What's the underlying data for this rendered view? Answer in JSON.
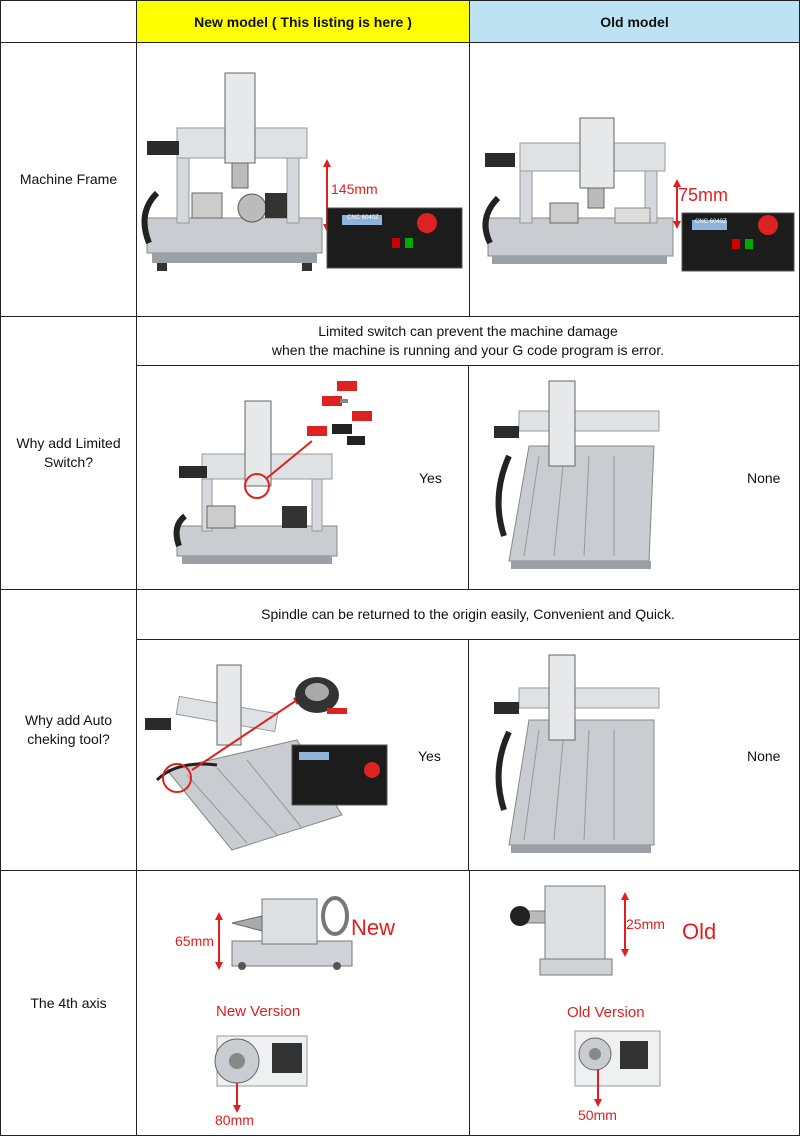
{
  "header": {
    "new_model": "New model ( This listing is here )",
    "old_model": "Old model",
    "new_color": "#ffff00",
    "old_color": "#bde2f3"
  },
  "rows": {
    "frame": {
      "label": "Machine Frame",
      "new_dimension": "145mm",
      "old_dimension": "75mm",
      "controller_text": "CNC 6040Z"
    },
    "limit_switch": {
      "label": "Why add Limited Switch?",
      "note_line1": "Limited switch can prevent the machine damage",
      "note_line2": "when the machine is running and your G code program is error.",
      "new_value": "Yes",
      "old_value": "None"
    },
    "auto_check": {
      "label": "Why add Auto cheking tool?",
      "note": "Spindle can be returned to the origin easily, Convenient and Quick.",
      "new_value": "Yes",
      "old_value": "None"
    },
    "fourth_axis": {
      "label": "The 4th axis",
      "new_height": "65mm",
      "new_tag": "New",
      "new_version": "New Version",
      "new_chuck": "80mm",
      "old_height": "25mm",
      "old_tag": "Old",
      "old_version": "Old Version",
      "old_chuck": "50mm"
    }
  },
  "colors": {
    "annotation_red": "#e02020",
    "aluminum": "#c9ccd0",
    "dark": "#2a2a2a"
  }
}
